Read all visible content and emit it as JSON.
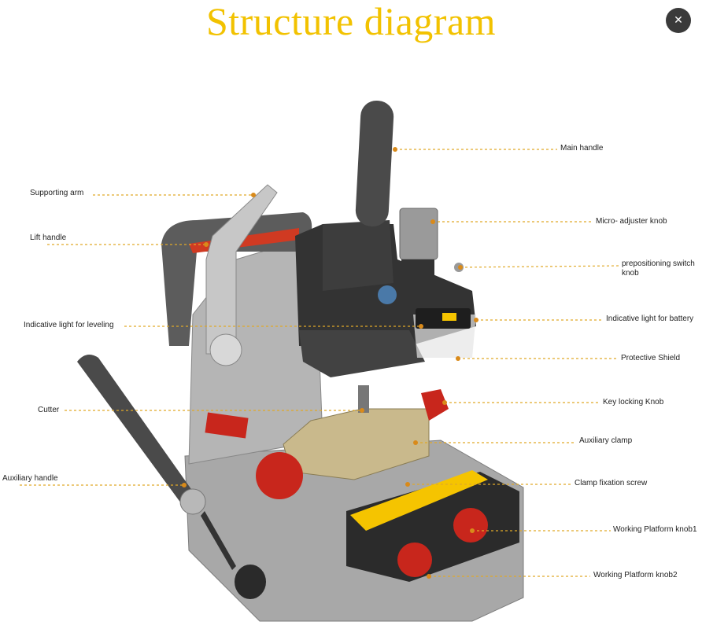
{
  "title": "Structure diagram",
  "close_icon": "expand-close-icon",
  "labels": {
    "main_handle": "Main handle",
    "supporting_arm": "Supporting arm",
    "lift_handle": "Lift handle",
    "micro_adjuster_knob": "Micro- adjuster knob",
    "prepositioning_switch_knob": "prepositioning switch knob",
    "indicative_light_leveling": "Indicative light for leveling",
    "indicative_light_battery": "Indicative light for battery",
    "protective_shield": "Protective Shield",
    "key_locking_knob": "Key locking Knob",
    "cutter": "Cutter",
    "auxiliary_clamp": "Auxiliary clamp",
    "auxiliary_handle": "Auxiliary handle",
    "clamp_fixation_screw": "Clamp fixation screw",
    "working_platform_knob1": "Working Platform knob1",
    "working_platform_knob2": "Working Platform knob2"
  },
  "colors": {
    "title": "#f2c200",
    "leader": "#e0a928",
    "body_grey": "#9a9a9a",
    "dark": "#2e2e2e",
    "red": "#c8261c",
    "yellow": "#f5c400"
  }
}
